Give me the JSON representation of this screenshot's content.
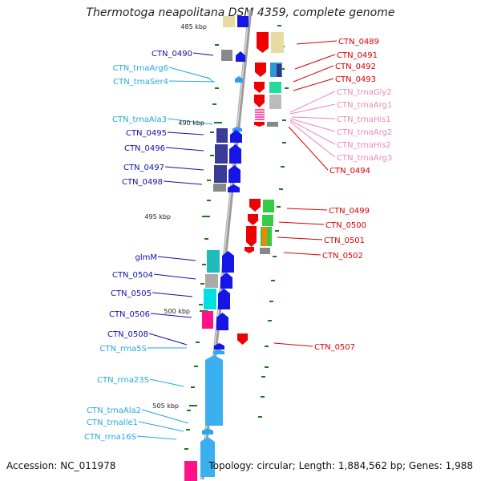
{
  "title": "Thermotoga neapolitana DSM 4359, complete genome",
  "footer": {
    "accession": "Accession: NC_011978",
    "summary": "Topology: circular; Length: 1,884,562 bp; Genes: 1,988"
  },
  "colors": {
    "protein_label": "#1010b0",
    "rna_label": "#22aadd",
    "forward_label": "#dd0000",
    "trna_forward_label": "#ee88bb",
    "axis": "#999999",
    "tick": "#1a7a1a"
  },
  "scale_labels": [
    "485 kbp",
    "490 kbp",
    "495 kbp",
    "500 kbp",
    "505 kbp"
  ],
  "left_labels": [
    {
      "text": "CTN_0490",
      "kind": "protein"
    },
    {
      "text": "CTN_trnaArg6",
      "kind": "rna"
    },
    {
      "text": "CTN_trnaSer4",
      "kind": "rna"
    },
    {
      "text": "CTN_trnaAla3",
      "kind": "rna"
    },
    {
      "text": "CTN_0495",
      "kind": "protein"
    },
    {
      "text": "CTN_0496",
      "kind": "protein"
    },
    {
      "text": "CTN_0497",
      "kind": "protein"
    },
    {
      "text": "CTN_0498",
      "kind": "protein"
    },
    {
      "text": "glmM",
      "kind": "protein"
    },
    {
      "text": "CTN_0504",
      "kind": "protein"
    },
    {
      "text": "CTN_0505",
      "kind": "protein"
    },
    {
      "text": "CTN_0506",
      "kind": "protein"
    },
    {
      "text": "CTN_0508",
      "kind": "protein"
    },
    {
      "text": "CTN_rrna5S",
      "kind": "rna"
    },
    {
      "text": "CTN_rrna23S",
      "kind": "rna"
    },
    {
      "text": "CTN_trnaAla2",
      "kind": "rna"
    },
    {
      "text": "CTN_trnaIle1",
      "kind": "rna"
    },
    {
      "text": "CTN_rrna16S",
      "kind": "rna"
    }
  ],
  "right_labels": [
    {
      "text": "CTN_0489",
      "kind": "forward"
    },
    {
      "text": "CTN_0491",
      "kind": "forward"
    },
    {
      "text": "CTN_0492",
      "kind": "forward"
    },
    {
      "text": "CTN_0493",
      "kind": "forward"
    },
    {
      "text": "CTN_trnaGly2",
      "kind": "trna"
    },
    {
      "text": "CTN_trnaArg1",
      "kind": "trna"
    },
    {
      "text": "CTN_trnaHis1",
      "kind": "trna"
    },
    {
      "text": "CTN_trnaArg2",
      "kind": "trna"
    },
    {
      "text": "CTN_trnaHis2",
      "kind": "trna"
    },
    {
      "text": "CTN_trnaArg3",
      "kind": "trna"
    },
    {
      "text": "CTN_0494",
      "kind": "forward"
    },
    {
      "text": "CTN_0499",
      "kind": "forward"
    },
    {
      "text": "CTN_0500",
      "kind": "forward"
    },
    {
      "text": "CTN_0501",
      "kind": "forward"
    },
    {
      "text": "CTN_0502",
      "kind": "forward"
    },
    {
      "text": "CTN_0507",
      "kind": "forward"
    }
  ]
}
